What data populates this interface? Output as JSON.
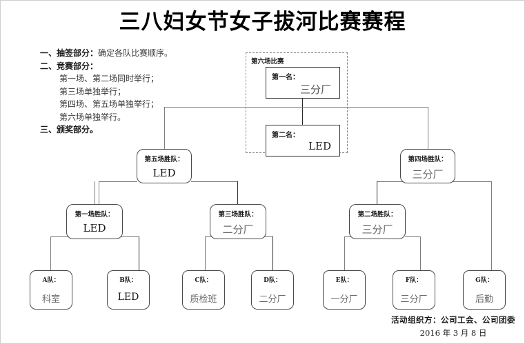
{
  "title": "三八妇女节女子拔河比赛赛程",
  "notes": [
    {
      "lead": "一、抽签部分：",
      "tail": "确定各队比赛顺序。",
      "indent": false
    },
    {
      "lead": "二、竞赛部分：",
      "tail": "",
      "indent": false
    },
    {
      "lead": "",
      "tail": "第一场、第二场同时举行；",
      "indent": true
    },
    {
      "lead": "",
      "tail": "第三场单独举行；",
      "indent": true
    },
    {
      "lead": "",
      "tail": "第四场、第五场单独举行；",
      "indent": true
    },
    {
      "lead": "",
      "tail": "第六场单独举行。",
      "indent": true
    },
    {
      "lead": "三、颁奖部分。",
      "tail": "",
      "indent": false
    }
  ],
  "final_group": {
    "label": "第六场比赛",
    "ranks": [
      {
        "label": "第一名：",
        "value": "三分厂",
        "latin": false
      },
      {
        "label": "第二名：",
        "value": "LED",
        "latin": true
      }
    ]
  },
  "semifinals": [
    {
      "label": "第五场胜队：",
      "value": "LED",
      "latin": true
    },
    {
      "label": "第四场胜队：",
      "value": "三分厂",
      "latin": false
    }
  ],
  "quarterfinals": [
    {
      "label": "第一场胜队：",
      "value": "LED",
      "latin": true
    },
    {
      "label": "第三场胜队：",
      "value": "二分厂",
      "latin": false
    },
    {
      "label": "第二场胜队：",
      "value": "三分厂",
      "latin": false
    }
  ],
  "teams": [
    {
      "label": "A队：",
      "value": "科室",
      "latin": false
    },
    {
      "label": "B队：",
      "value": "LED",
      "latin": true
    },
    {
      "label": "C队：",
      "value": "质检班",
      "latin": false
    },
    {
      "label": "D队：",
      "value": "二分厂",
      "latin": false
    },
    {
      "label": "E队：",
      "value": "一分厂",
      "latin": false
    },
    {
      "label": "F队：",
      "value": "三分厂",
      "latin": false
    },
    {
      "label": "G队：",
      "value": "后勤",
      "latin": false
    }
  ],
  "footer": {
    "organizer": "活动组织方：公司工会、公司团委",
    "date": "2016 年 3 月 8 日"
  },
  "colors": {
    "ink": "#1a1a1a",
    "line": "#7d7d7d",
    "line_dark": "#2b2b2b",
    "value_gray": "#6a6a6a",
    "dashed_border": "#888888"
  }
}
